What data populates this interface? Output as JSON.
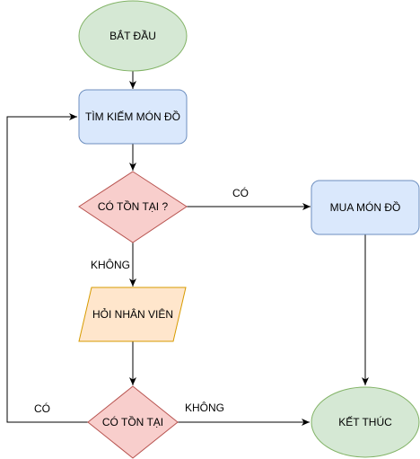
{
  "nodes": {
    "start": {
      "label": "BẮT ĐẦU",
      "shape": "ellipse",
      "fill": "#d5e8d4",
      "stroke": "#82b366"
    },
    "search": {
      "label": "TÌM KIẾM MÓN ĐỒ",
      "shape": "rounded-rectangle",
      "fill": "#dae8fc",
      "stroke": "#6c8ebf"
    },
    "exists_question": {
      "label": "CÓ TỒN TẠI ?",
      "shape": "diamond",
      "fill": "#f8cecc",
      "stroke": "#b85450"
    },
    "buy": {
      "label": "MUA MÓN ĐỒ",
      "shape": "rounded-rectangle",
      "fill": "#dae8fc",
      "stroke": "#6c8ebf"
    },
    "ask_staff": {
      "label": "HỎI NHÂN VIÊN",
      "shape": "parallelogram",
      "fill": "#ffe6cc",
      "stroke": "#d79b00"
    },
    "exists": {
      "label": "CÓ TỒN TẠI",
      "shape": "diamond",
      "fill": "#f8cecc",
      "stroke": "#b85450"
    },
    "end": {
      "label": "KẾT THÚC",
      "shape": "ellipse",
      "fill": "#d5e8d4",
      "stroke": "#82b366"
    }
  },
  "edges": {
    "exists_question_to_buy": "CÓ",
    "exists_question_to_ask": "KHÔNG",
    "exists_to_end": "KHÔNG",
    "exists_to_search": "CÓ"
  },
  "colors": {
    "line": "#000000"
  }
}
